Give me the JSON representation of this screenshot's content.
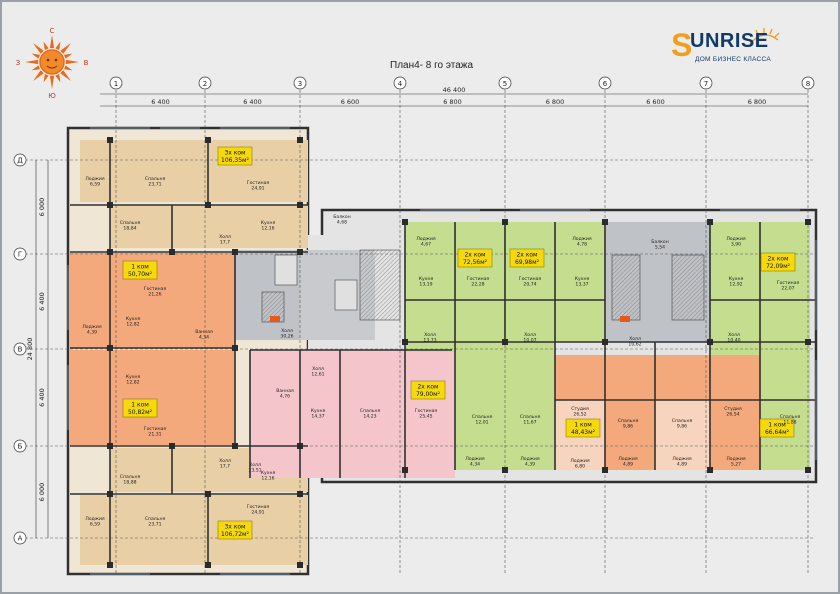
{
  "header": {
    "plan_title": "План4- 8 го этажа",
    "brand": "UNRISE",
    "brand_initial": "S",
    "brand_subtitle": "ДОМ БИЗНЕС КЛАССА",
    "compass": {
      "n": "С",
      "s": "Ю",
      "w": "З",
      "e": "В"
    }
  },
  "colors": {
    "yellow": "#f5d90a",
    "one_room": "#f3a97c",
    "two_room_green": "#c4dd8e",
    "three_room": "#e9cfa6",
    "pink": "#f4c6cc",
    "core": "#bfc2c6",
    "wall": "#303030",
    "brand": "#123a66",
    "sun": "#e86a1a"
  },
  "axes": {
    "columns": [
      "1",
      "2",
      "3",
      "4",
      "5",
      "6",
      "7",
      "8"
    ],
    "rows": [
      "Д",
      "Г",
      "В",
      "Б",
      "А"
    ],
    "total_width": "46 400",
    "spans": [
      "6 400",
      "6 400",
      "6 600",
      "6 800",
      "6 800",
      "6 600",
      "6 800"
    ],
    "row_spans": [
      "6 000",
      "6 400",
      "6 400",
      "6 000"
    ],
    "total_height": "24 800"
  },
  "apartments": [
    {
      "rooms": "3х ком",
      "area": "106,35м²"
    },
    {
      "rooms": "1 ком",
      "area": "50,70м²"
    },
    {
      "rooms": "1 ком",
      "area": "50,82м²"
    },
    {
      "rooms": "3х ком",
      "area": "106,72м²"
    },
    {
      "rooms": "2х ком",
      "area": "72,56м²"
    },
    {
      "rooms": "2х ком",
      "area": "69,98м²"
    },
    {
      "rooms": "2х ком",
      "area": "72,09м²"
    },
    {
      "rooms": "2х ком",
      "area": "79,00м²"
    },
    {
      "rooms": "1 ком",
      "area": "48,43м²"
    },
    {
      "rooms": "1 ком",
      "area": "66,64м²"
    }
  ],
  "rooms": [
    {
      "name": "Лоджия",
      "area": "6,59"
    },
    {
      "name": "Спальня",
      "area": "23,71"
    },
    {
      "name": "Гостиная",
      "area": "24,91"
    },
    {
      "name": "Спальня",
      "area": "18,84"
    },
    {
      "name": "Кухня",
      "area": "12,16"
    },
    {
      "name": "Холл",
      "area": "17,7"
    },
    {
      "name": "Гостиная",
      "area": "21,26"
    },
    {
      "name": "Кухня",
      "area": "12,82"
    },
    {
      "name": "Ванная",
      "area": "4,34"
    },
    {
      "name": "Холл",
      "area": "30,26"
    },
    {
      "name": "Лоджия",
      "area": "4,39"
    },
    {
      "name": "Кухня",
      "area": "12,82"
    },
    {
      "name": "Ванная",
      "area": "4,76"
    },
    {
      "name": "Гостиная",
      "area": "21,31"
    },
    {
      "name": "Холл",
      "area": "17,7"
    },
    {
      "name": "Спальня",
      "area": "18,88"
    },
    {
      "name": "Кухня",
      "area": "12,16"
    },
    {
      "name": "Холл",
      "area": "13,51"
    },
    {
      "name": "Лоджия",
      "area": "6,59"
    },
    {
      "name": "Спальня",
      "area": "23,71"
    },
    {
      "name": "Гостиная",
      "area": "24,91"
    },
    {
      "name": "Балкон",
      "area": "4,68"
    },
    {
      "name": "Лоджия",
      "area": "4,67"
    },
    {
      "name": "Кухня",
      "area": "13,19"
    },
    {
      "name": "Гостиная",
      "area": "22,28"
    },
    {
      "name": "Гостиная",
      "area": "20,74"
    },
    {
      "name": "Кухня",
      "area": "13,37"
    },
    {
      "name": "Лоджия",
      "area": "4,78"
    },
    {
      "name": "Балкон",
      "area": "5,54"
    },
    {
      "name": "Лоджия",
      "area": "3,90"
    },
    {
      "name": "Кухня",
      "area": "12,92"
    },
    {
      "name": "Гостиная",
      "area": "22,07"
    },
    {
      "name": "Холл",
      "area": "13,73"
    },
    {
      "name": "Холл",
      "area": "10,07"
    },
    {
      "name": "Холл",
      "area": "10,62"
    },
    {
      "name": "Холл",
      "area": "10,40"
    },
    {
      "name": "Холл",
      "area": "12,61"
    },
    {
      "name": "Кухня",
      "area": "14,37"
    },
    {
      "name": "Спальня",
      "area": "14,23"
    },
    {
      "name": "Гостиная",
      "area": "25,45"
    },
    {
      "name": "Спальня",
      "area": "12,01"
    },
    {
      "name": "Спальня",
      "area": "11,67"
    },
    {
      "name": "Студия",
      "area": "26,52"
    },
    {
      "name": "Спальня",
      "area": "9,86"
    },
    {
      "name": "Спальня",
      "area": "9,86"
    },
    {
      "name": "Студия",
      "area": "26,54"
    },
    {
      "name": "Спальня",
      "area": "11,88"
    },
    {
      "name": "Лоджия",
      "area": "4,34"
    },
    {
      "name": "Лоджия",
      "area": "4,39"
    },
    {
      "name": "Лоджия",
      "area": "6,80"
    },
    {
      "name": "Лоджия",
      "area": "4,89"
    },
    {
      "name": "Лоджия",
      "area": "4,89"
    },
    {
      "name": "Лоджия",
      "area": "5,27"
    }
  ]
}
